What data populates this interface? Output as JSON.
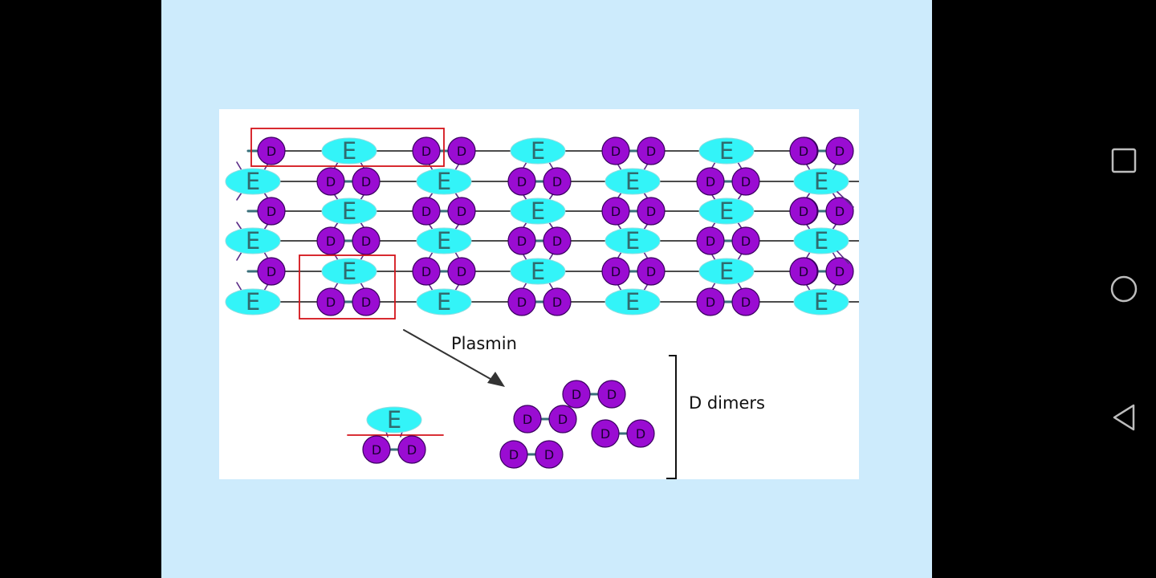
{
  "labels": {
    "e": "E",
    "d": "D",
    "plasmin": "Plasmin",
    "d_dimers": "D dimers"
  },
  "colors": {
    "e_fill": "#33f4f8",
    "e_text": "#2f6b6f",
    "d_fill": "#9a0cd2",
    "d_stroke": "#3a0060",
    "strand": "#111111",
    "crosslink": "#5a2a86",
    "highlight_box": "#d4131a",
    "slide_background": "#cdebfc"
  },
  "nav_buttons": [
    "recent-apps",
    "home",
    "back"
  ]
}
